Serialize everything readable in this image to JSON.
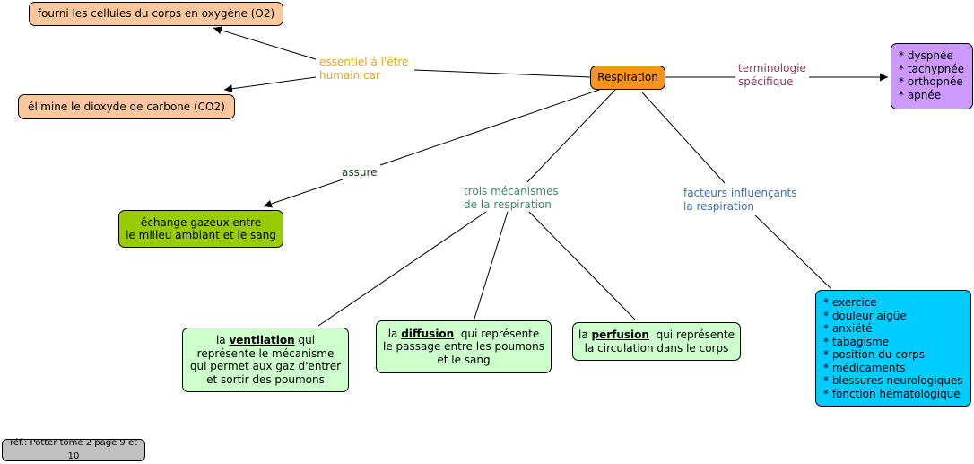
{
  "colors": {
    "orange": "#f7941d",
    "peach": "#fbc89d",
    "green": "#99cc00",
    "light_green": "#ccffcc",
    "purple": "#cc99ff",
    "cyan": "#00ccff",
    "grey": "#c0c0c0",
    "label_orange": "#e8a317",
    "label_purple": "#8b3a62",
    "label_darkgreen": "#1e4620",
    "label_teal": "#3c8c6a",
    "label_blue": "#3b6fb6"
  },
  "nodes": {
    "respiration": "Respiration",
    "oxygen": "fourni les cellules du corps en oxygène (O2)",
    "co2": "élimine le dioxyde de carbone (CO2)",
    "exchange": [
      "échange gazeux entre",
      "le milieu ambiant et le sang"
    ],
    "terminology": [
      "* dyspnée",
      "* tachypnée",
      "* orthopnée",
      "* apnée"
    ],
    "factors": [
      "* exercice",
      "* douleur aigüe",
      "* anxiété",
      "* tabagisme",
      "* position du corps",
      "* médicaments",
      "* blessures neurologiques",
      "* fonction hématologique"
    ],
    "ventilation": {
      "pre": "la ",
      "term": "ventilation",
      "post": " qui",
      "rest": [
        "représente le mécanisme",
        "qui permet aux gaz d'entrer",
        "et sortir des poumons"
      ]
    },
    "diffusion": {
      "pre": "la ",
      "term": "diffusion",
      "post": "  qui représente",
      "rest": [
        "le passage entre les poumons",
        "et le sang"
      ]
    },
    "perfusion": {
      "pre": "la ",
      "term": "perfusion",
      "post": "  qui représente",
      "rest": [
        "la circulation dans le corps"
      ]
    },
    "reference": "réf.: Potter tome 2 page 9 et 10"
  },
  "labels": {
    "essentiel": [
      "essentiel à l'être",
      "humain car"
    ],
    "terminologie": [
      "terminologie",
      "spécifique"
    ],
    "assure": "assure",
    "mecanismes": [
      "trois mécanismes",
      "de la respiration"
    ],
    "facteurs": [
      "facteurs influençants",
      "la respiration"
    ]
  }
}
